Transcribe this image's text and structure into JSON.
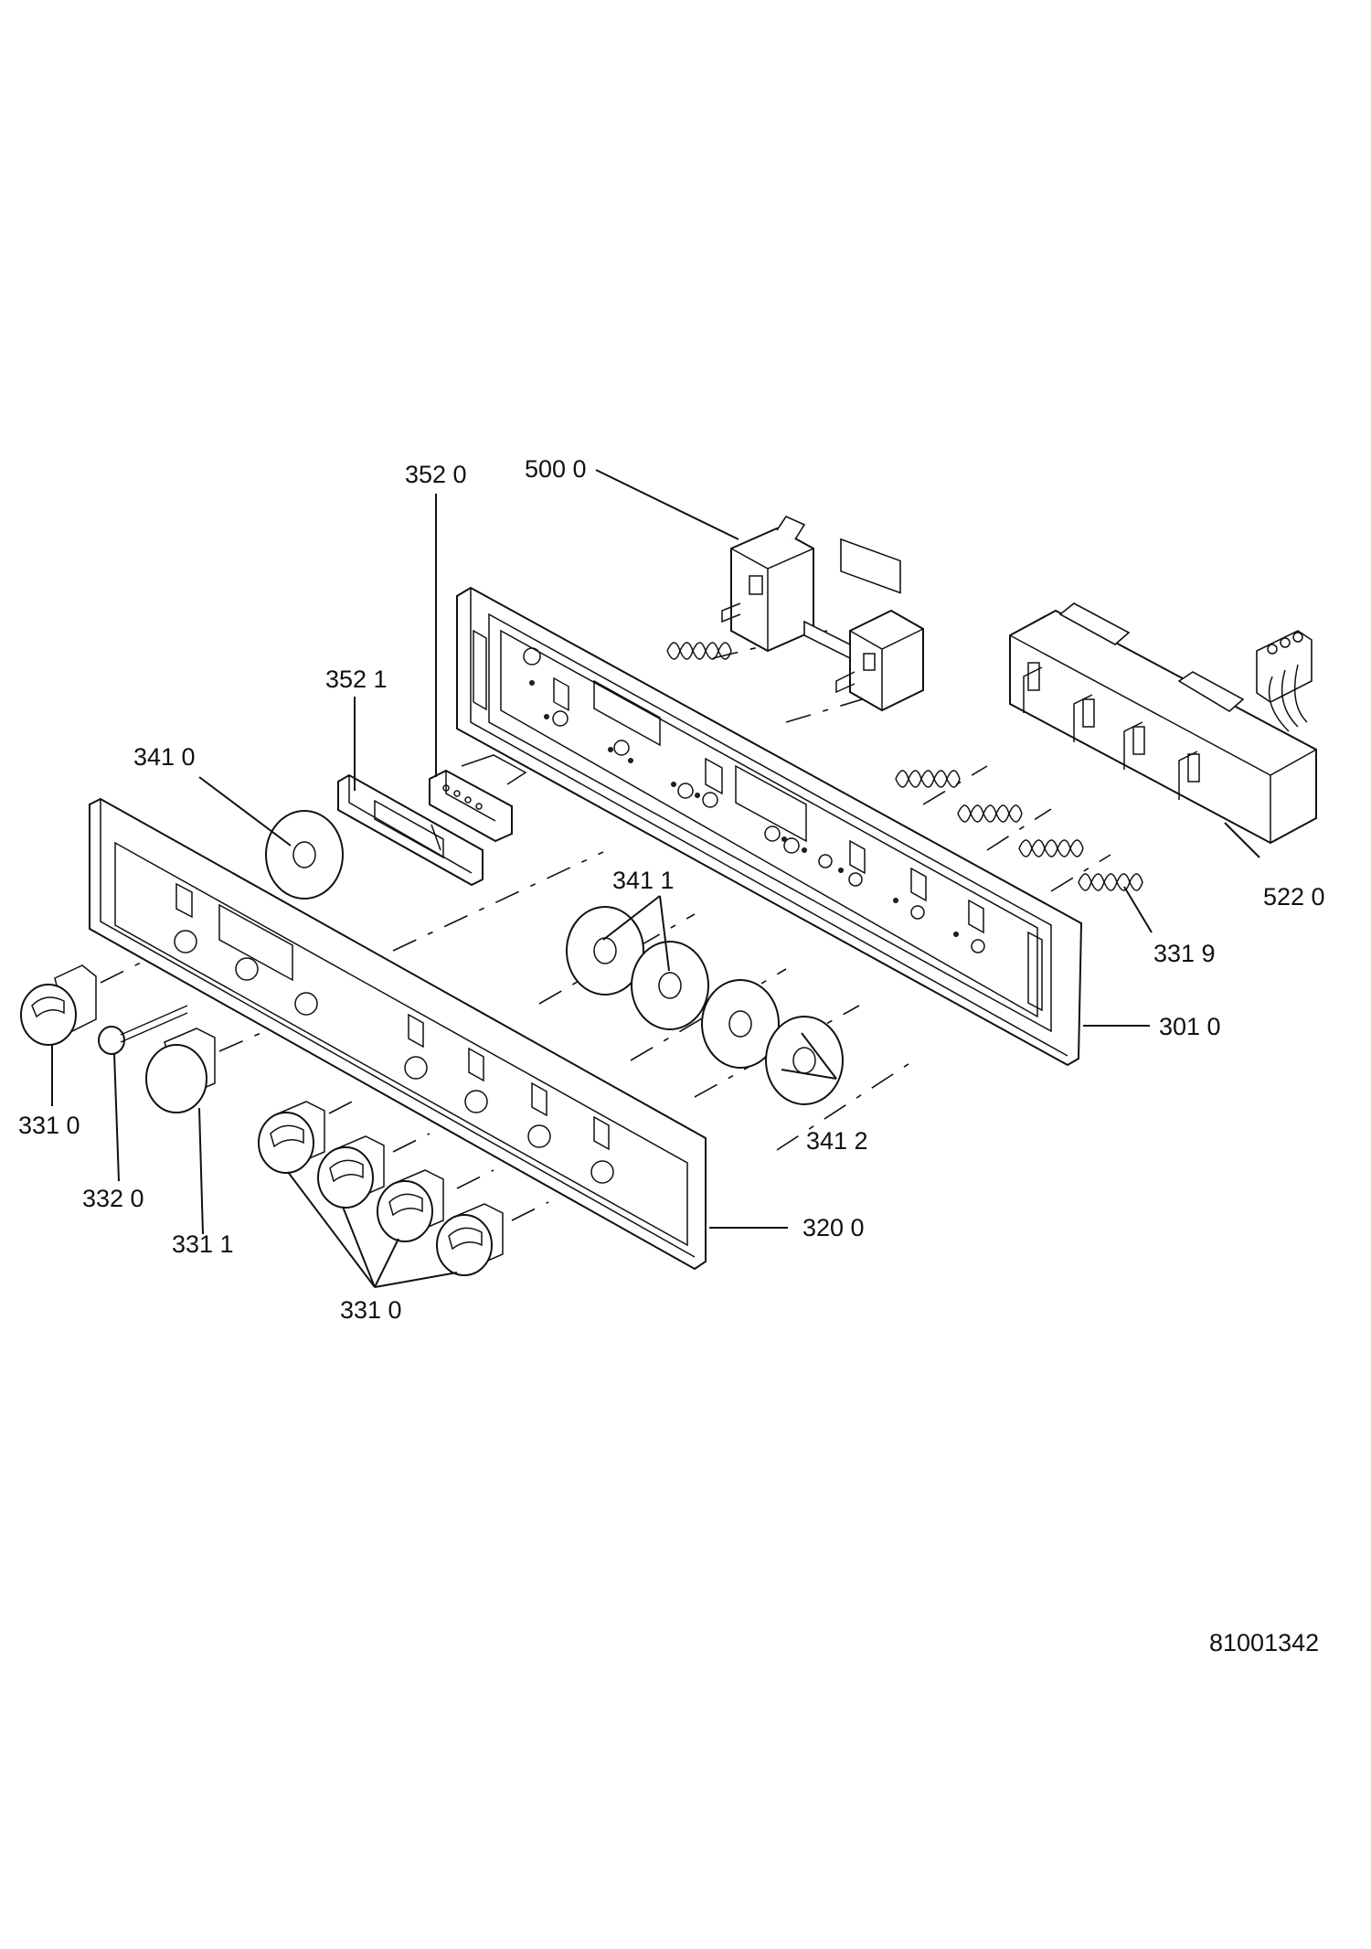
{
  "labels": {
    "l3520": "352  0",
    "l5000": "500 0",
    "l3521": "352 1",
    "l3410": "341 0",
    "l3411": "341 1",
    "l5220": "522 0",
    "l3319": "331 9",
    "l3010": "301 0",
    "l3412": "341 2",
    "l3310a": "331 0",
    "l3320": "332 0",
    "l3311": "331 1",
    "l3200": "320 0",
    "l3310b": "331 0",
    "drawing_number": "81001342"
  }
}
